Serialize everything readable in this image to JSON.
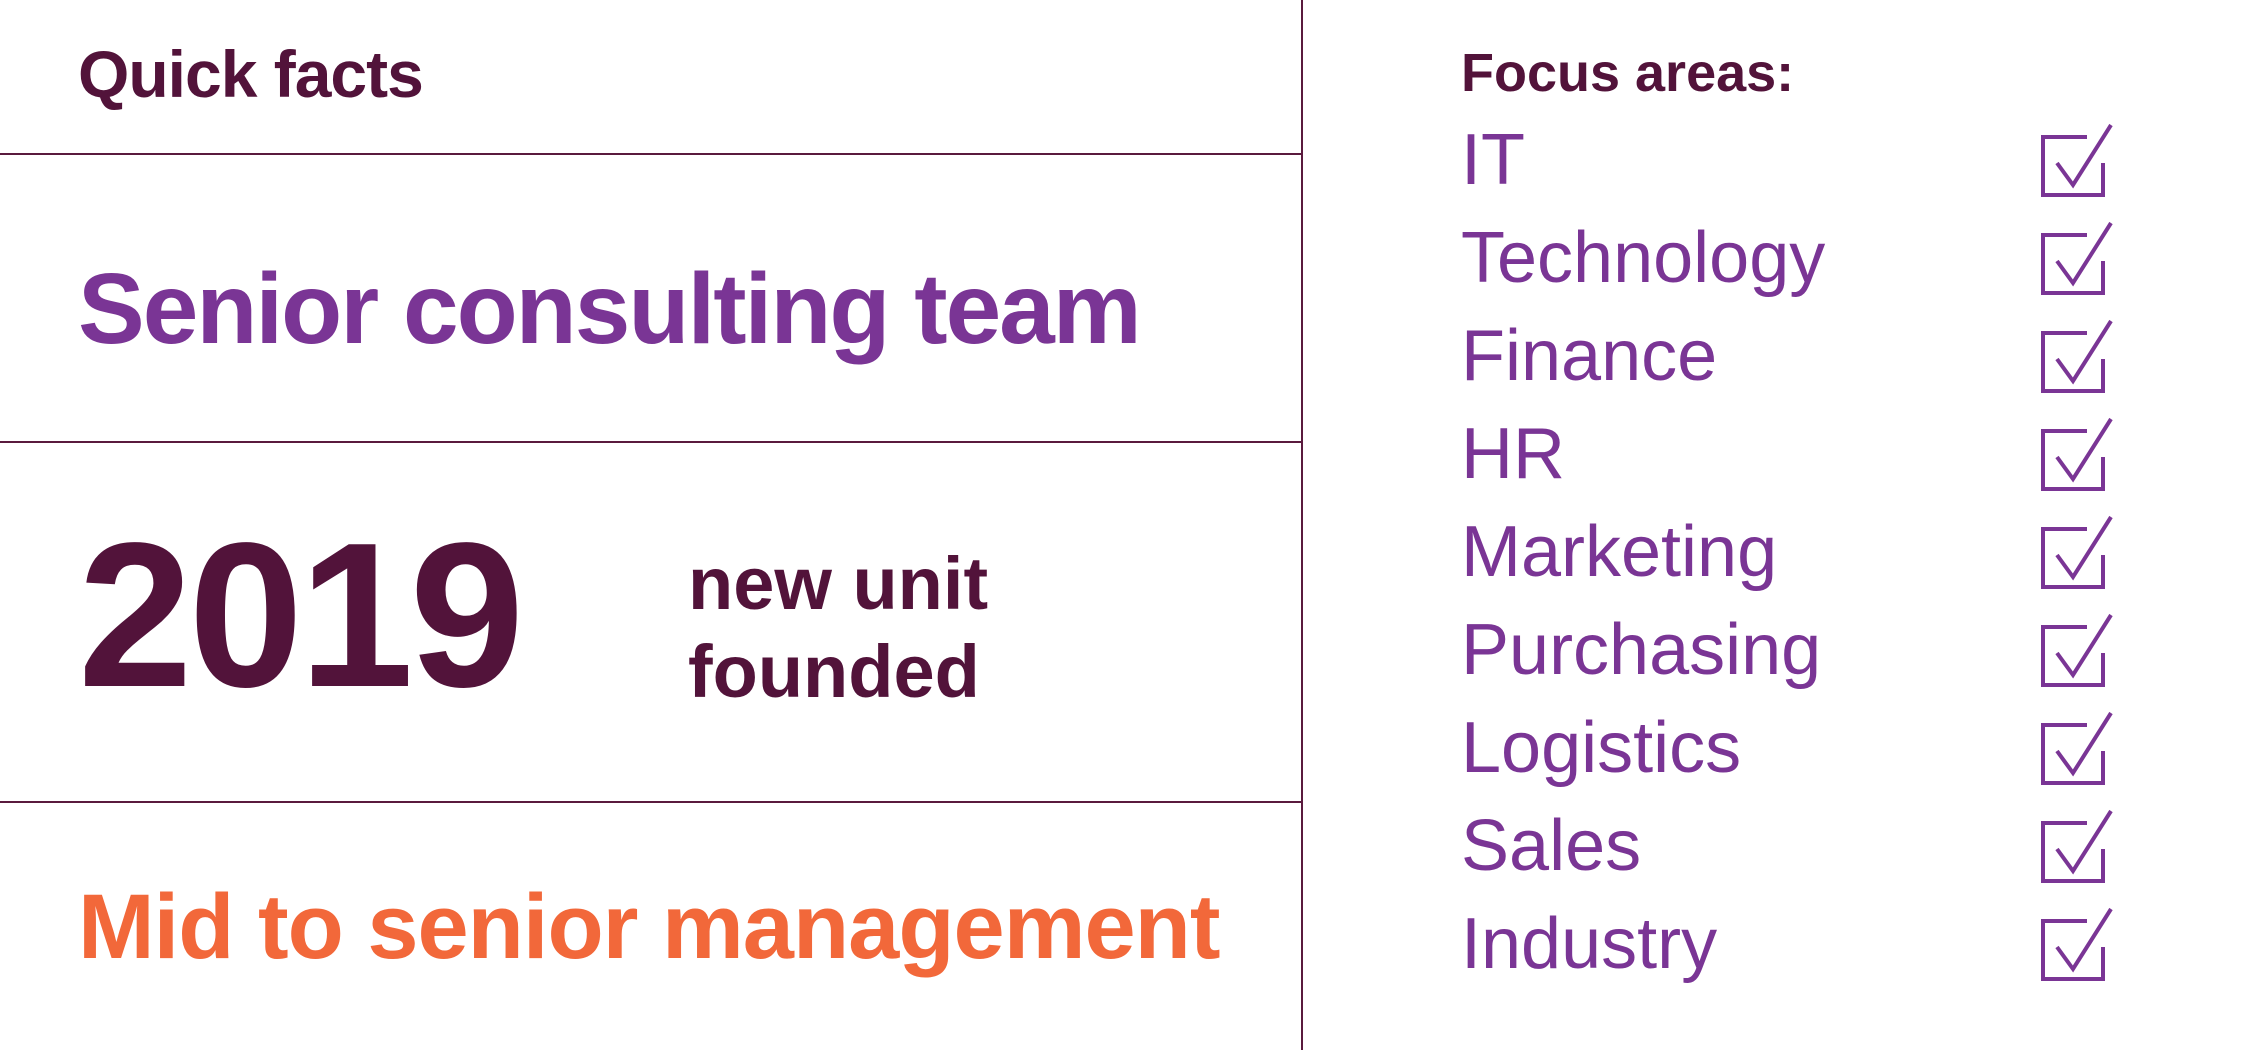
{
  "left": {
    "heading": "Quick facts",
    "team": "Senior consulting team",
    "year": "2019",
    "year_caption_line1": "new unit",
    "year_caption_line2": "founded",
    "audience": "Mid to senior management"
  },
  "focus": {
    "title": "Focus areas:",
    "items": [
      {
        "label": "IT",
        "checked": true
      },
      {
        "label": "Technology",
        "checked": true
      },
      {
        "label": "Finance",
        "checked": true
      },
      {
        "label": "HR",
        "checked": true
      },
      {
        "label": "Marketing",
        "checked": true
      },
      {
        "label": "Purchasing",
        "checked": true
      },
      {
        "label": "Logistics",
        "checked": true
      },
      {
        "label": "Sales",
        "checked": true
      },
      {
        "label": "Industry",
        "checked": true
      }
    ],
    "check_icon": "checkbox-checked-icon"
  },
  "colors": {
    "dark_plum": "#52133a",
    "purple": "#7a3595",
    "orange": "#f2683a",
    "divider": "#5a1a3e"
  }
}
